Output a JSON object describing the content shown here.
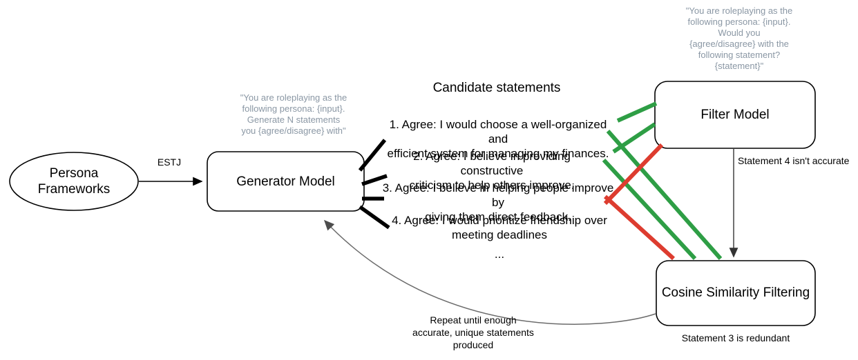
{
  "diagram": {
    "nodes": {
      "persona": {
        "label": "Persona\nFrameworks",
        "shape": "ellipse"
      },
      "generator": {
        "label": "Generator Model",
        "shape": "rounded-rect"
      },
      "filter": {
        "label": "Filter Model",
        "shape": "rounded-rect"
      },
      "cosine": {
        "label": "Cosine Similarity Filtering",
        "shape": "rounded-rect"
      }
    },
    "prompts": {
      "generator_prompt": "\"You are roleplaying as the\nfollowing persona: {input}.\nGenerate N statements\nyou {agree/disagree} with\"",
      "filter_prompt": "\"You are roleplaying as the\nfollowing persona: {input}.\nWould you\n{agree/disagree} with the\nfollowing statement?\n{statement}\""
    },
    "edges": {
      "persona_to_generator": "ESTJ",
      "filter_to_cosine": "Statement 4 isn't accurate",
      "cosine_to_generator": "Repeat until enough\naccurate, unique statements\nproduced"
    },
    "captions": {
      "cosine_note": "Statement 3 is redundant"
    },
    "statements": {
      "title": "Candidate statements",
      "items": [
        "1. Agree: I would choose a well-organized and\nefficient system for managing my finances.",
        "2. Agree: I believe in providing constructive\ncriticism to help others improve.",
        "3. Agree: I believe in helping people improve by\ngiving them direct feedback.",
        "4. Agree: I would prioritize friendship over\nmeeting deadlines"
      ],
      "ellipsis": "..."
    },
    "colors": {
      "accept": "#2e9e45",
      "reject": "#dd3c2f",
      "stroke": "#000000",
      "arrow_gray": "#4d4d4d",
      "note_text": "#8a97a4"
    }
  }
}
